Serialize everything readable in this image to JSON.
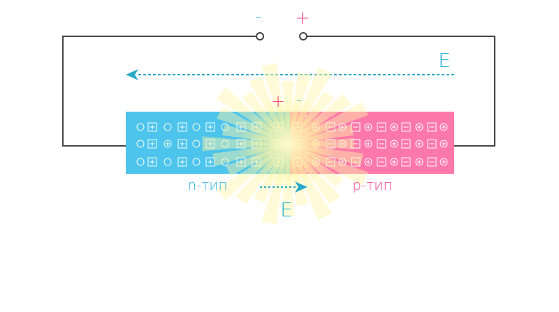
{
  "terminals": {
    "minus": "-",
    "plus": "+"
  },
  "field_top": {
    "label": "E",
    "direction": "right-to-left"
  },
  "field_bottom": {
    "label": "E",
    "direction": "left-to-right"
  },
  "junction": {
    "plus": "+",
    "minus": "-"
  },
  "regions": {
    "n_label": "n-тип",
    "p_label": "р-тип"
  },
  "colors": {
    "n_region": "#4cc4ec",
    "p_region": "#ff78aa",
    "minus_text": "#2fb4dc",
    "plus_text": "#f0478c",
    "arrow": "#2aa8c8",
    "wire": "#444444",
    "glow": "#fff59a"
  }
}
